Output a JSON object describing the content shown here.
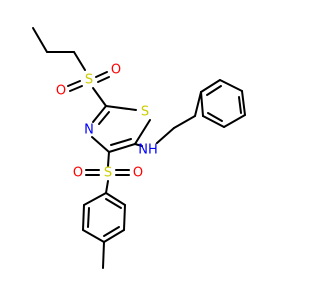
{
  "molecule": {
    "atom_labels": {
      "sulfonyl_top_S": "S",
      "sulfonyl_top_O_left": "O",
      "sulfonyl_top_O_right": "O",
      "thiazole_S": "S",
      "thiazole_N": "N",
      "amine_NH": "NH",
      "sulfonyl_bottom_S": "S",
      "sulfonyl_bottom_O_left": "O",
      "sulfonyl_bottom_O_right": "O"
    },
    "colors": {
      "sulfur": "#cccc00",
      "oxygen": "#ff0000",
      "nitrogen": "#0000ff",
      "bond": "#000000"
    }
  }
}
